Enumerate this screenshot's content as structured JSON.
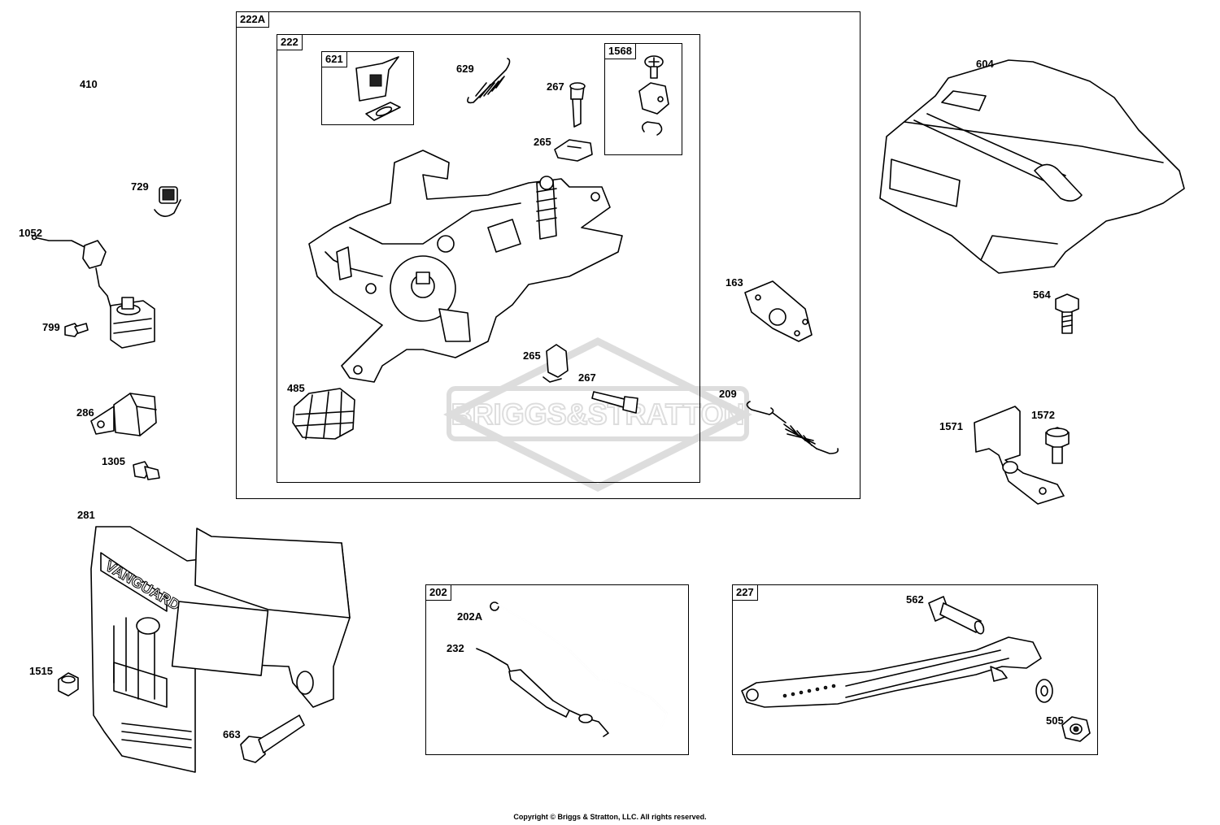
{
  "parts": {
    "p410": "410",
    "p729": "729",
    "p1052": "1052",
    "p799": "799",
    "p286": "286",
    "p1305": "1305",
    "p281": "281",
    "p1515": "1515",
    "p663": "663",
    "p621": "621",
    "p629": "629",
    "p267a": "267",
    "p1568": "1568",
    "p265a": "265",
    "p163": "163",
    "p265b": "265",
    "p267b": "267",
    "p485": "485",
    "p209": "209",
    "p604": "604",
    "p564": "564",
    "p1571": "1571",
    "p1572": "1572",
    "p202A": "202A",
    "p232": "232",
    "p562": "562",
    "p505": "505"
  },
  "groups": {
    "g222A": "222A",
    "g222": "222",
    "g621": "621",
    "g1568": "1568",
    "g202": "202",
    "g227": "227"
  },
  "watermark": "BRIGGS&STRATTON",
  "logo_text": "VANGUARD",
  "footer": "Copyright © Briggs & Stratton, LLC. All rights reserved."
}
